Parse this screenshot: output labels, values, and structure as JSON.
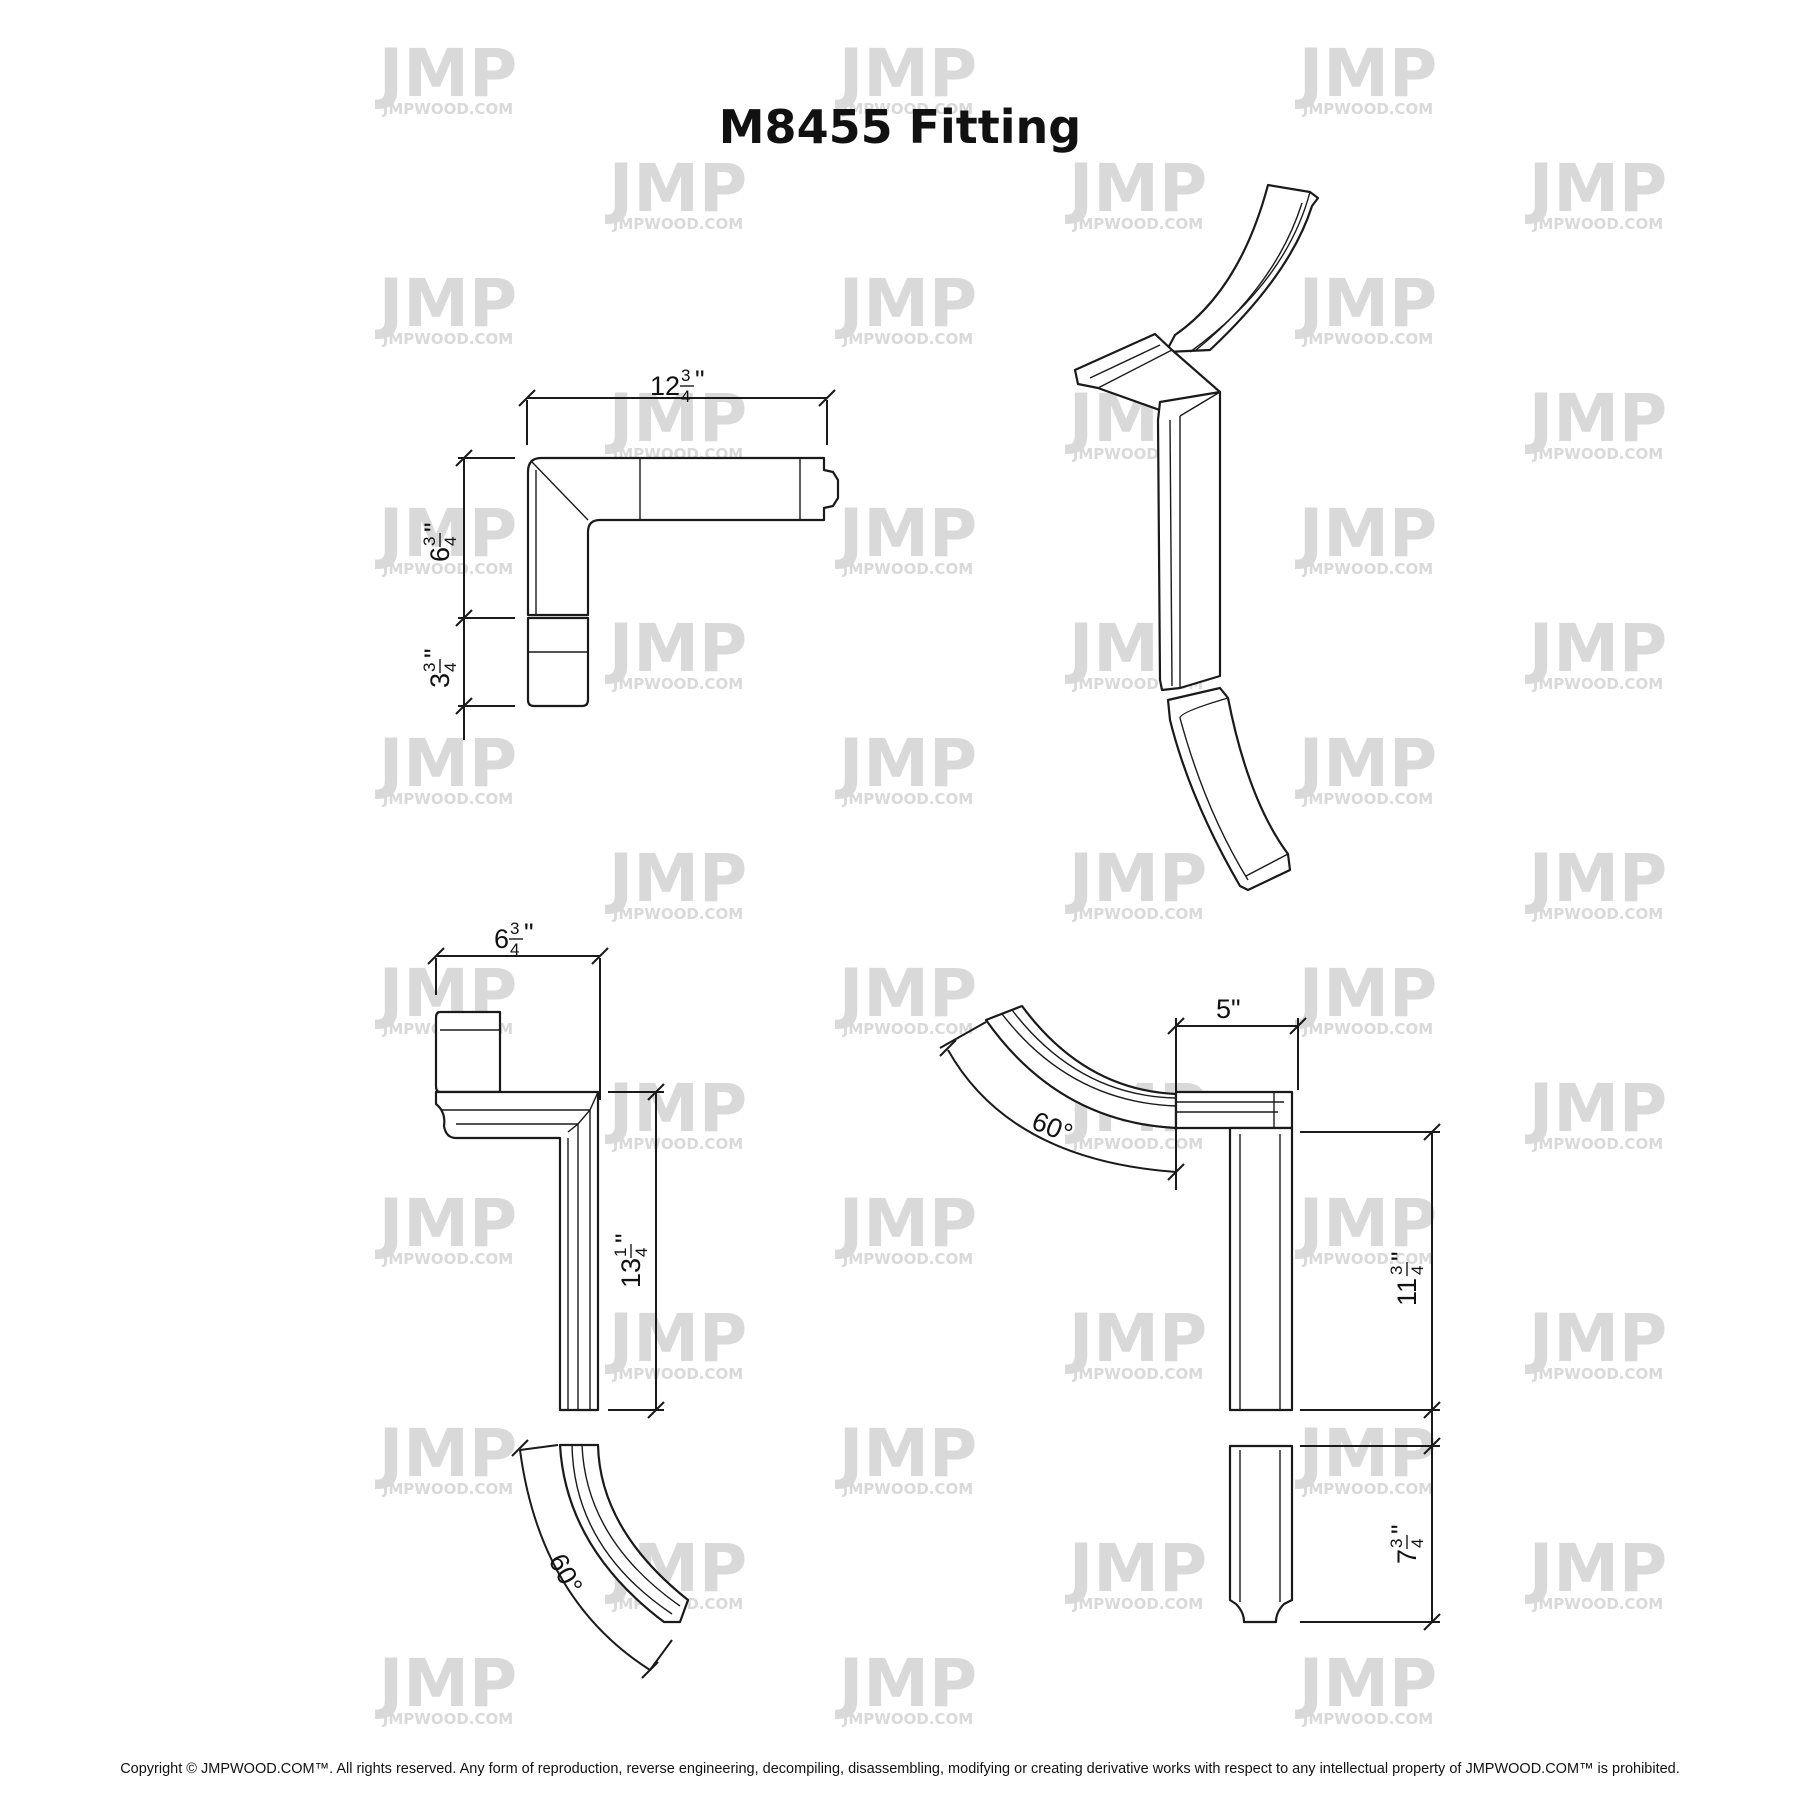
{
  "title": "M8455 Fitting",
  "watermark": {
    "letters": "JMP",
    "text": "JMPWOOD.COM",
    "color": "#d9d9d9"
  },
  "dimensions": {
    "top_view_width": "12 3/4\"",
    "top_view_height_upper": "6 3/4\"",
    "top_view_height_lower": "3 3/4\"",
    "side_view_width": "6 3/4\"",
    "side_view_height": "13 1/4\"",
    "side_view_angle": "60°",
    "front_view_width": "5\"",
    "front_view_angle": "60°",
    "front_view_height_upper": "11 3/4\"",
    "front_view_height_lower": "7 3/4\""
  },
  "dim_parts": {
    "w1275": {
      "whole": "12",
      "num": "3",
      "den": "4",
      "unit": "\""
    },
    "h675": {
      "whole": "6",
      "num": "3",
      "den": "4",
      "unit": "\""
    },
    "h375": {
      "whole": "3",
      "num": "3",
      "den": "4",
      "unit": "\""
    },
    "w675": {
      "whole": "6",
      "num": "3",
      "den": "4",
      "unit": "\""
    },
    "h1325": {
      "whole": "13",
      "num": "1",
      "den": "4",
      "unit": "\""
    },
    "w5": "5\"",
    "a60a": "60°",
    "a60b": "60°",
    "h1175": {
      "whole": "11",
      "num": "3",
      "den": "4",
      "unit": "\""
    },
    "h775": {
      "whole": "7",
      "num": "3",
      "den": "4",
      "unit": "\""
    }
  },
  "copyright": "Copyright © JMPWOOD.COM™. All rights reserved. Any form of reproduction, reverse engineering, decompiling, disassembling, modifying or creating derivative works with respect to any intellectual property of JMPWOOD.COM™ is prohibited."
}
